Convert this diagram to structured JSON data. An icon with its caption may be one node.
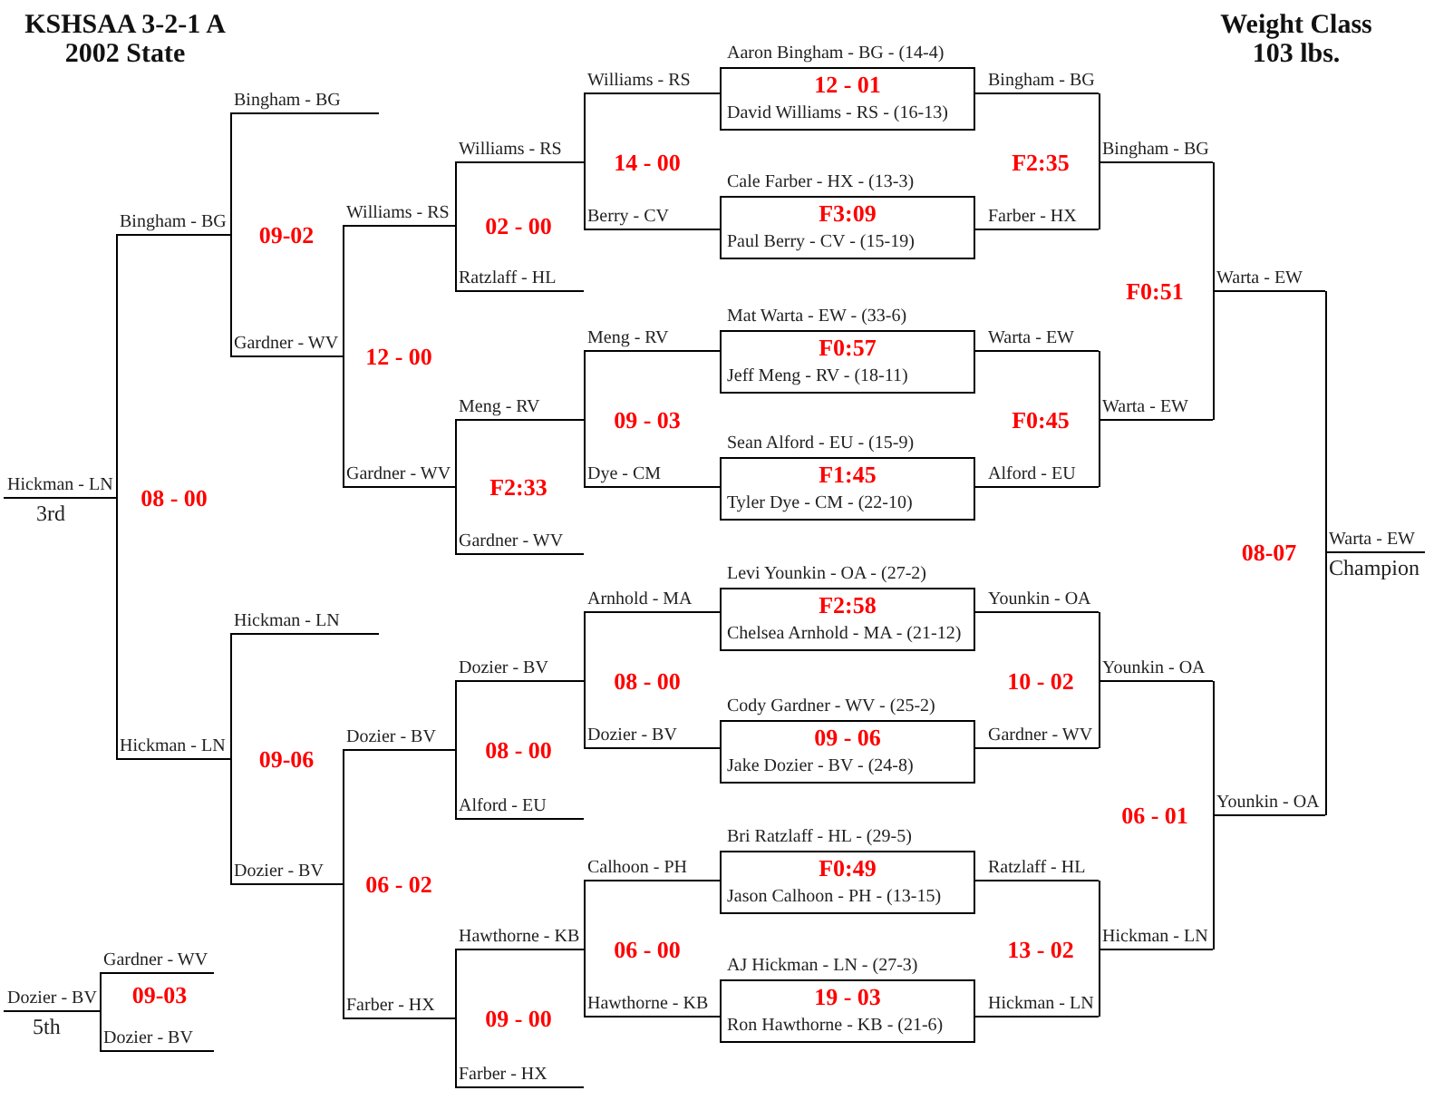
{
  "diagram": {
    "title": "KSHSAA 3-2-1 A 2002 State",
    "nodes": [
      {
        "text": [
          "Aaron Bingham - BG - (14-4)",
          "12 - 01",
          "David Williams - RS - (16-13)"
        ]
      },
      {
        "text": [
          "Cale Farber - HX - (13-3)",
          "F3:09",
          "Paul Berry - CV - (15-19)"
        ]
      },
      {
        "text": [
          "Mat Warta - EW - (33-6)",
          "F0:57",
          "Jeff Meng - RV - (18-11)"
        ]
      },
      {
        "text": [
          "Sean Alford - EU - (15-9)",
          "F1:45",
          "Tyler Dye - CM - (22-10)"
        ]
      },
      {
        "text": [
          "Levi Younkin - OA - (27-2)",
          "F2:58",
          "Chelsea Arnhold - MA - (21-12)"
        ]
      },
      {
        "text": [
          "Cody Gardner - WV - (25-2)",
          "09 - 06",
          "Jake Dozier - BV - (24-8)"
        ]
      },
      {
        "text": [
          "Bri Ratzlaff - HL - (29-5)",
          "F0:49",
          "Jason Calhoon - PH - (13-15)"
        ]
      },
      {
        "text": [
          "AJ Hickman - LN - (27-3)",
          "19 - 03",
          "Ron Hawthorne - KB - (21-6)"
        ]
      },
      {
        "text": [
          "Bingham - BG"
        ]
      },
      {
        "text": [
          "Farber - HX"
        ]
      },
      {
        "text": [
          "Warta - EW"
        ]
      },
      {
        "text": [
          "Alford - EU"
        ]
      },
      {
        "text": [
          "Younkin - OA"
        ]
      },
      {
        "text": [
          "Gardner - WV"
        ]
      },
      {
        "text": [
          "Ratzlaff - HL"
        ]
      },
      {
        "text": [
          "Hickman - LN"
        ]
      },
      {
        "text": [
          "Bingham - BG"
        ]
      },
      {
        "text": [
          "Warta - EW"
        ]
      },
      {
        "text": [
          "Younkin - OA"
        ]
      },
      {
        "text": [
          "Hickman - LN"
        ]
      },
      {
        "text": [
          "Warta - EW"
        ]
      },
      {
        "text": [
          "Younkin - OA"
        ]
      },
      {
        "text": [
          "Warta - EW"
        ],
        "beside": [
          "Champion"
        ]
      },
      {
        "text": [
          "Williams - RS"
        ]
      },
      {
        "text": [
          "Berry - CV"
        ]
      },
      {
        "text": [
          "Meng - RV"
        ]
      },
      {
        "text": [
          "Dye - CM"
        ]
      },
      {
        "text": [
          "Arnhold - MA"
        ]
      },
      {
        "text": [
          "Dozier - BV"
        ]
      },
      {
        "text": [
          "Calhoon - PH"
        ]
      },
      {
        "text": [
          "Hawthorne - KB"
        ]
      },
      {
        "text": [
          "Williams - RS"
        ]
      },
      {
        "text": [
          "Ratzlaff - HL"
        ]
      },
      {
        "text": [
          "Meng - RV"
        ]
      },
      {
        "text": [
          "Gardner - WV"
        ]
      },
      {
        "text": [
          "Dozier - BV"
        ]
      },
      {
        "text": [
          "Alford - EU"
        ]
      },
      {
        "text": [
          "Hawthorne - KB"
        ]
      },
      {
        "text": [
          "Farber - HX"
        ]
      },
      {
        "text": [
          "Williams - RS"
        ]
      },
      {
        "text": [
          "Gardner - WV"
        ]
      },
      {
        "text": [
          "Dozier - BV"
        ]
      },
      {
        "text": [
          "Farber - HX"
        ]
      },
      {
        "text": [
          "Bingham - BG"
        ]
      },
      {
        "text": [
          "Gardner - WV"
        ]
      },
      {
        "text": [
          "Hickman - LN"
        ]
      },
      {
        "text": [
          "Dozier - BV"
        ]
      },
      {
        "text": [
          "Bingham - BG"
        ]
      },
      {
        "text": [
          "Hickman - LN"
        ]
      },
      {
        "text": [
          "Hickman - LN"
        ],
        "beside": [
          "3rd"
        ]
      },
      {
        "text": [
          "Gardner - WV"
        ]
      },
      {
        "text": [
          "Dozier - BV"
        ]
      },
      {
        "text": [
          "Dozier - BV"
        ],
        "beside": [
          "5th"
        ]
      }
    ],
    "edges": [
      {
        "from": 0,
        "to": 8,
        "arrow": "none"
      },
      {
        "from": 1,
        "to": 9,
        "arrow": "none"
      },
      {
        "from": 2,
        "to": 10,
        "arrow": "none"
      },
      {
        "from": 3,
        "to": 11,
        "arrow": "none"
      },
      {
        "from": 4,
        "to": 12,
        "arrow": "none"
      },
      {
        "from": 5,
        "to": 13,
        "arrow": "none"
      },
      {
        "from": 6,
        "to": 14,
        "arrow": "none"
      },
      {
        "from": 7,
        "to": 15,
        "arrow": "none"
      },
      {
        "from": 0,
        "to": 23,
        "arrow": "none"
      },
      {
        "from": 1,
        "to": 24,
        "arrow": "none"
      },
      {
        "from": 2,
        "to": 25,
        "arrow": "none"
      },
      {
        "from": 3,
        "to": 26,
        "arrow": "none"
      },
      {
        "from": 4,
        "to": 27,
        "arrow": "none"
      },
      {
        "from": 5,
        "to": 28,
        "arrow": "none"
      },
      {
        "from": 6,
        "to": 29,
        "arrow": "none"
      },
      {
        "from": 7,
        "to": 30,
        "arrow": "none"
      },
      {
        "from": 8,
        "to": 16,
        "arrow": "none"
      },
      {
        "from": 9,
        "to": 16,
        "arrow": "none"
      },
      {
        "from": 10,
        "to": 17,
        "arrow": "none"
      },
      {
        "from": 11,
        "to": 17,
        "arrow": "none"
      },
      {
        "from": 12,
        "to": 18,
        "arrow": "none"
      },
      {
        "from": 13,
        "to": 18,
        "arrow": "none"
      },
      {
        "from": 14,
        "to": 19,
        "arrow": "none"
      },
      {
        "from": 15,
        "to": 19,
        "arrow": "none"
      },
      {
        "from": 16,
        "to": 20,
        "arrow": "none"
      },
      {
        "from": 17,
        "to": 20,
        "arrow": "none"
      },
      {
        "from": 18,
        "to": 21,
        "arrow": "none"
      },
      {
        "from": 19,
        "to": 21,
        "arrow": "none"
      },
      {
        "from": 20,
        "to": 22,
        "arrow": "none"
      },
      {
        "from": 21,
        "to": 22,
        "arrow": "none"
      },
      {
        "from": 23,
        "to": 31,
        "arrow": "none"
      },
      {
        "from": 24,
        "to": 31,
        "arrow": "none"
      },
      {
        "from": 25,
        "to": 33,
        "arrow": "none"
      },
      {
        "from": 26,
        "to": 33,
        "arrow": "none"
      },
      {
        "from": 27,
        "to": 35,
        "arrow": "none"
      },
      {
        "from": 28,
        "to": 35,
        "arrow": "none"
      },
      {
        "from": 29,
        "to": 37,
        "arrow": "none"
      },
      {
        "from": 30,
        "to": 37,
        "arrow": "none"
      },
      {
        "from": 31,
        "to": 39,
        "arrow": "none"
      },
      {
        "from": 32,
        "to": 39,
        "arrow": "none"
      },
      {
        "from": 33,
        "to": 40,
        "arrow": "none"
      },
      {
        "from": 34,
        "to": 40,
        "arrow": "none"
      },
      {
        "from": 35,
        "to": 41,
        "arrow": "none"
      },
      {
        "from": 36,
        "to": 41,
        "arrow": "none"
      },
      {
        "from": 37,
        "to": 42,
        "arrow": "none"
      },
      {
        "from": 38,
        "to": 42,
        "arrow": "none"
      },
      {
        "from": 39,
        "to": 44,
        "arrow": "none"
      },
      {
        "from": 40,
        "to": 44,
        "arrow": "none"
      },
      {
        "from": 41,
        "to": 46,
        "arrow": "none"
      },
      {
        "from": 42,
        "to": 46,
        "arrow": "none"
      },
      {
        "from": 43,
        "to": 47,
        "arrow": "none"
      },
      {
        "from": 44,
        "to": 47,
        "arrow": "none"
      },
      {
        "from": 45,
        "to": 48,
        "arrow": "none"
      },
      {
        "from": 46,
        "to": 48,
        "arrow": "none"
      },
      {
        "from": 47,
        "to": 49,
        "arrow": "none"
      },
      {
        "from": 48,
        "to": 49,
        "arrow": "none"
      },
      {
        "from": 50,
        "to": 52,
        "arrow": "none"
      },
      {
        "from": 51,
        "to": 52,
        "arrow": "none"
      }
    ],
    "labels": [
      "Weight Class 103 lbs.",
      "14 - 00",
      "F2:35",
      "09-02",
      "02 - 00",
      "F0:51",
      "12 - 00",
      "09 - 03",
      "F0:45",
      "08 - 00",
      "F2:33",
      "08-07",
      "08 - 00",
      "10 - 02",
      "09-06",
      "08 - 00",
      "06 - 01",
      "06 - 02",
      "06 - 00",
      "13 - 02",
      "09-03",
      "09 - 00"
    ]
  }
}
